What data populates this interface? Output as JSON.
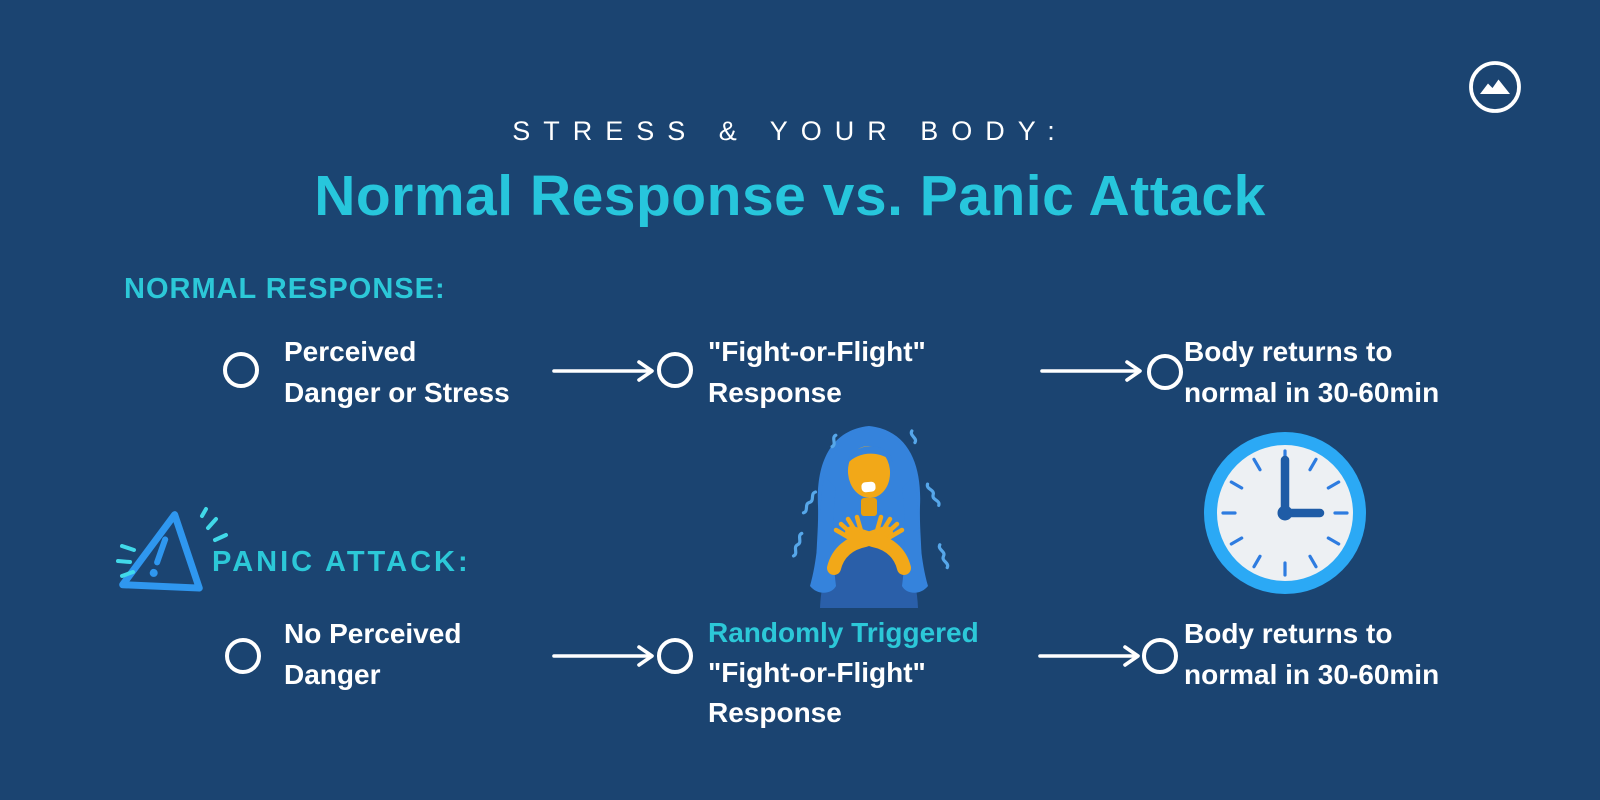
{
  "colors": {
    "background": "#1b4471",
    "accent_cyan": "#27c6dc",
    "text_white": "#ffffff",
    "clock_ring_blue": "#2ba9f5",
    "clock_hands_blue": "#1f5ca6",
    "illustration_hair_blue": "#3583dc",
    "illustration_shirt_blue": "#2a5fa9",
    "illustration_skin_orange": "#f2a818",
    "warning_triangle_blue": "#2f97ef",
    "spark_cyan": "#41d9e9"
  },
  "header": {
    "subtitle": "STRESS & YOUR BODY:",
    "title": "Normal Response vs. Panic Attack"
  },
  "logo": {
    "icon": "mountain-in-circle-logo"
  },
  "normal_flow": {
    "label": "NORMAL RESPONSE:",
    "step1_line1": "Perceived",
    "step1_line2": "Danger or Stress",
    "step2_line1": "\"Fight-or-Flight\"",
    "step2_line2": "Response",
    "step3_line1": "Body returns to",
    "step3_line2": "normal in 30-60min"
  },
  "panic_flow": {
    "label": "PANIC ATTACK:",
    "step1_line1": "No Perceived",
    "step1_line2": "Danger",
    "step2_highlight": "Randomly Triggered",
    "step2_line2": "\"Fight-or-Flight\"",
    "step2_line3": "Response",
    "step3_line1": "Body returns to",
    "step3_line2": "normal in 30-60min"
  },
  "illustrations": {
    "person": "panicking-person-illustration",
    "clock": "clock-showing-3-oclock",
    "warning": "warning-triangle-icon"
  }
}
